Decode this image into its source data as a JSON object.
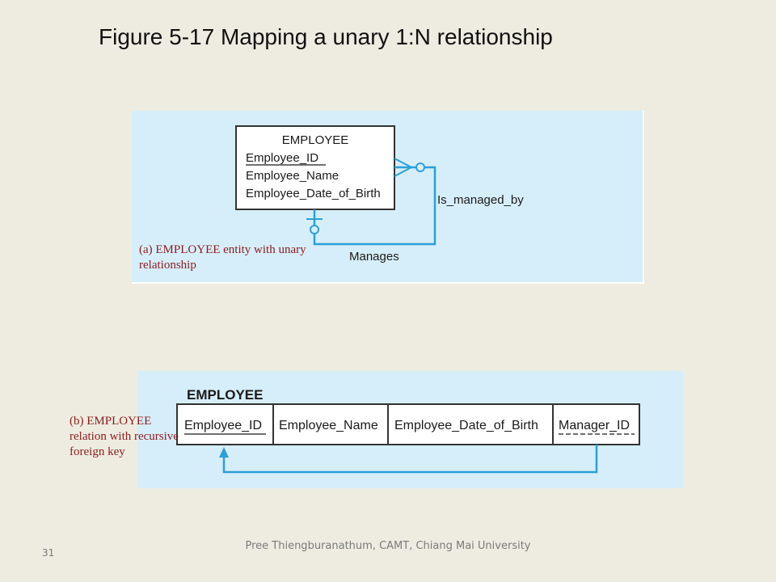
{
  "title": "Figure 5-17 Mapping a unary 1:N relationship",
  "diagram_a": {
    "entity_name": "EMPLOYEE",
    "attributes": [
      "Employee_ID",
      "Employee_Name",
      "Employee_Date_of_Birth"
    ],
    "relationship_labels": {
      "top": "Is_managed_by",
      "bottom": "Manages"
    },
    "caption": "(a) EMPLOYEE entity with unary relationship"
  },
  "diagram_b": {
    "relation_name": "EMPLOYEE",
    "columns": [
      "Employee_ID",
      "Employee_Name",
      "Employee_Date_of_Birth",
      "Manager_ID"
    ],
    "caption": "(b) EMPLOYEE relation with recursive foreign key"
  },
  "footer": {
    "text": "Pree Thiengburanathum, CAMT, Chiang Mai University",
    "page_number": "31"
  },
  "colors": {
    "background": "#eeece1",
    "panel": "#d6eefa",
    "line": "#2aa0d8",
    "caption": "#8b1c1c"
  }
}
